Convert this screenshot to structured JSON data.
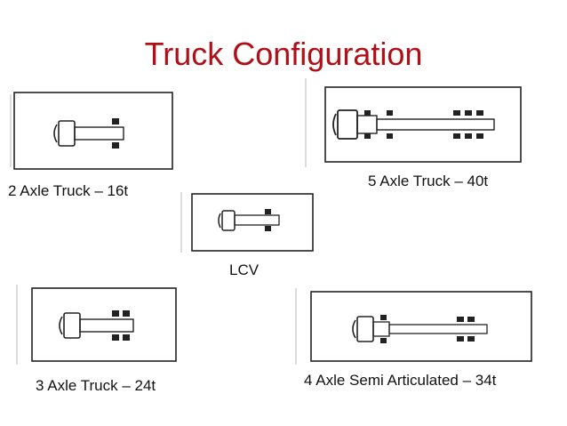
{
  "title": "Truck Configuration",
  "colors": {
    "title": "#b00f17",
    "drawing": "#222222",
    "label": "#111111"
  },
  "configurations": [
    {
      "id": "two-axle",
      "label": "2 Axle Truck – 16t"
    },
    {
      "id": "five-axle",
      "label": "5 Axle Truck – 40t"
    },
    {
      "id": "lcv",
      "label": "LCV"
    },
    {
      "id": "three-axle",
      "label": "3 Axle Truck – 24t"
    },
    {
      "id": "four-axle-semi",
      "label": "4 Axle Semi Articulated – 34t"
    }
  ]
}
